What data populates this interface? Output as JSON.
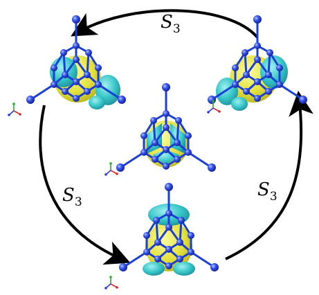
{
  "labels": {
    "op_top": {
      "symbol": "S",
      "subscript": "3"
    },
    "op_left": {
      "symbol": "S",
      "subscript": "3"
    },
    "op_right": {
      "symbol": "S",
      "subscript": "3"
    }
  },
  "colors": {
    "bond": "#1a3fd6",
    "atom": "#2748f0",
    "atom_highlight": "#9fb0ff",
    "lobe_yellow": "#e9e84a",
    "lobe_cyan": "#36c9c9",
    "arrow": "#000000",
    "axis_x": "#d42a2a",
    "axis_y": "#25b325",
    "axis_z": "#2a3ad4"
  }
}
